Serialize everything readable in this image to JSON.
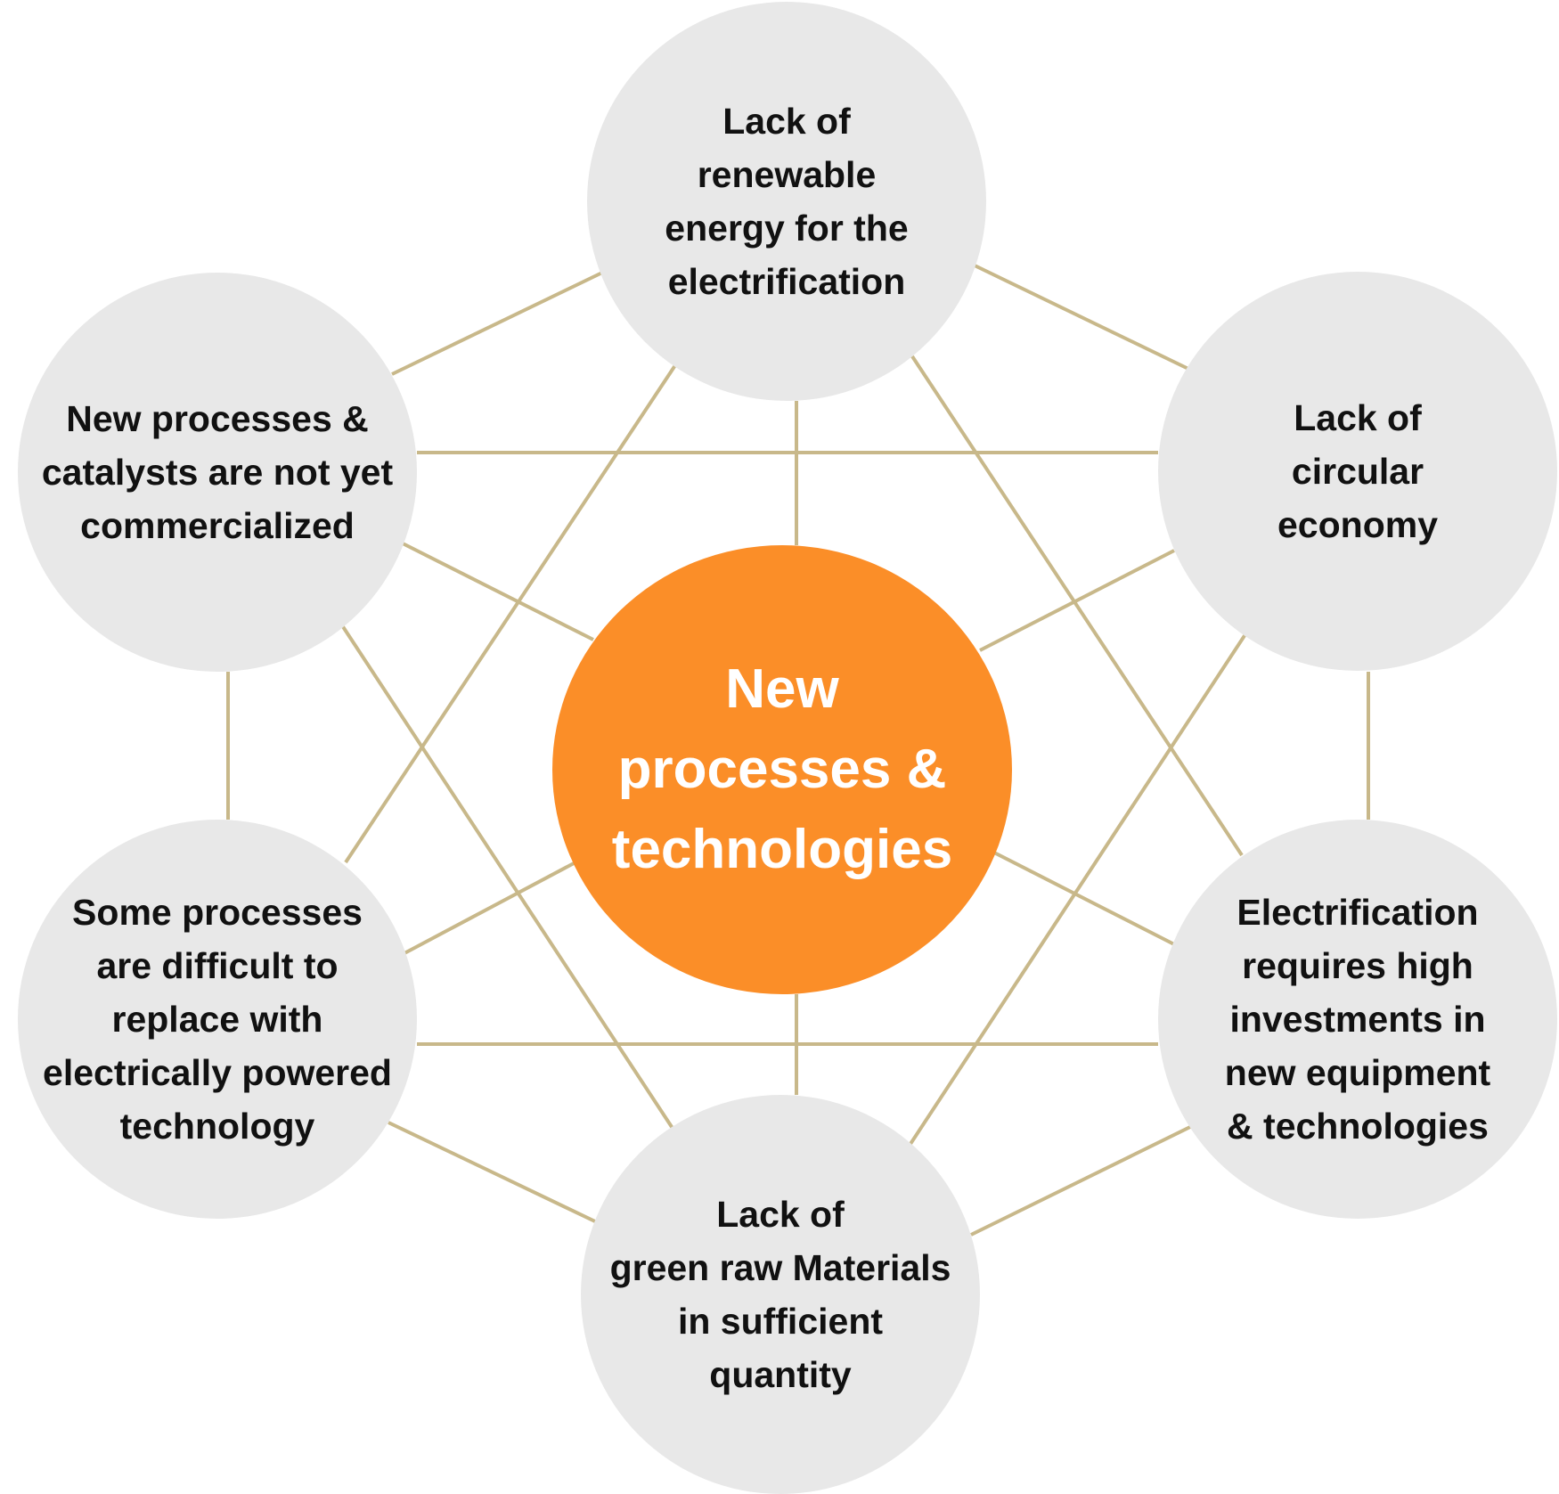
{
  "diagram": {
    "center": {
      "label": "New\nprocesses  &\ntechnologies",
      "color": "#fb8e28",
      "text_color": "#ffffff"
    },
    "nodes": [
      {
        "id": "top",
        "label": "Lack of\nrenewable\nenergy for the\nelectrification"
      },
      {
        "id": "upper-right",
        "label": "Lack of\ncircular\neconomy"
      },
      {
        "id": "lower-right",
        "label": "Electrification\nrequires high\ninvestments in\nnew equipment\n& technologies"
      },
      {
        "id": "bottom",
        "label": "Lack of\ngreen raw Materials\nin sufficient\nquantity"
      },
      {
        "id": "lower-left",
        "label": "Some processes\nare difficult to\nreplace with\nelectrically powered\ntechnology"
      },
      {
        "id": "upper-left",
        "label": "New processes &\ncatalysts are not yet\ncommercialized"
      }
    ],
    "node_color": "#e8e8e8",
    "line_color": "#c8b88a"
  }
}
